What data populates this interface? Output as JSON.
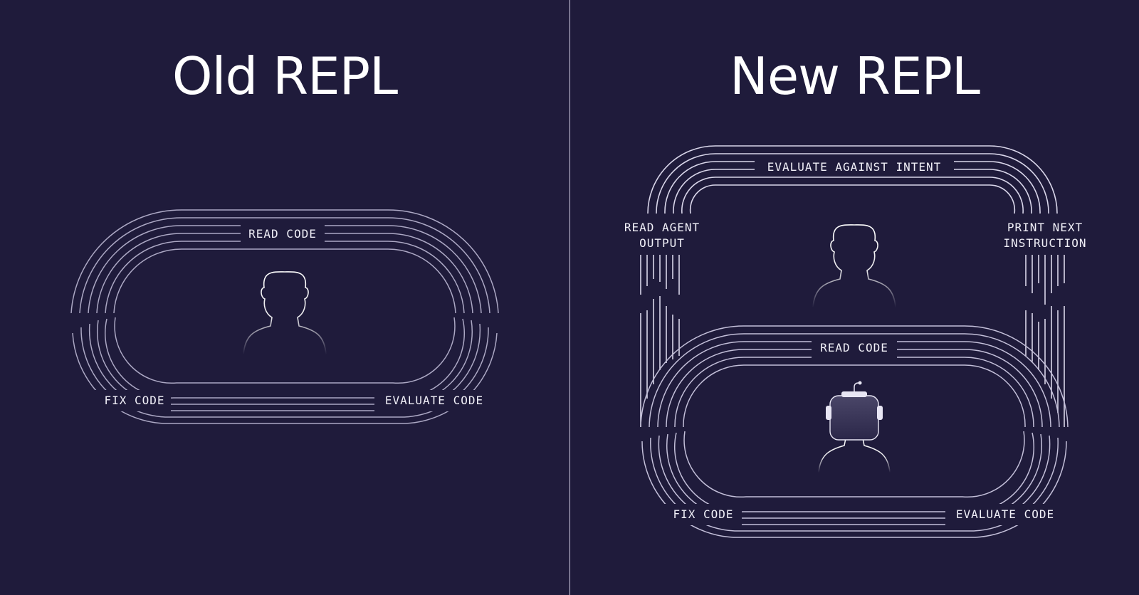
{
  "left_panel": {
    "title": "Old REPL",
    "loop": {
      "top_label": "READ CODE",
      "bottom_left_label": "FIX CODE",
      "bottom_right_label": "EVALUATE CODE"
    }
  },
  "right_panel": {
    "title": "New REPL",
    "outer_loop": {
      "top_label": "EVALUATE AGAINST INTENT",
      "left_label_line1": "READ AGENT",
      "left_label_line2": "OUTPUT",
      "right_label_line1": "PRINT NEXT",
      "right_label_line2": "INSTRUCTION"
    },
    "inner_loop": {
      "top_label": "READ CODE",
      "bottom_left_label": "FIX CODE",
      "bottom_right_label": "EVALUATE CODE"
    }
  },
  "colors": {
    "background": "#1f1b3b",
    "line": "#d9d6ea",
    "text": "#ffffff"
  }
}
